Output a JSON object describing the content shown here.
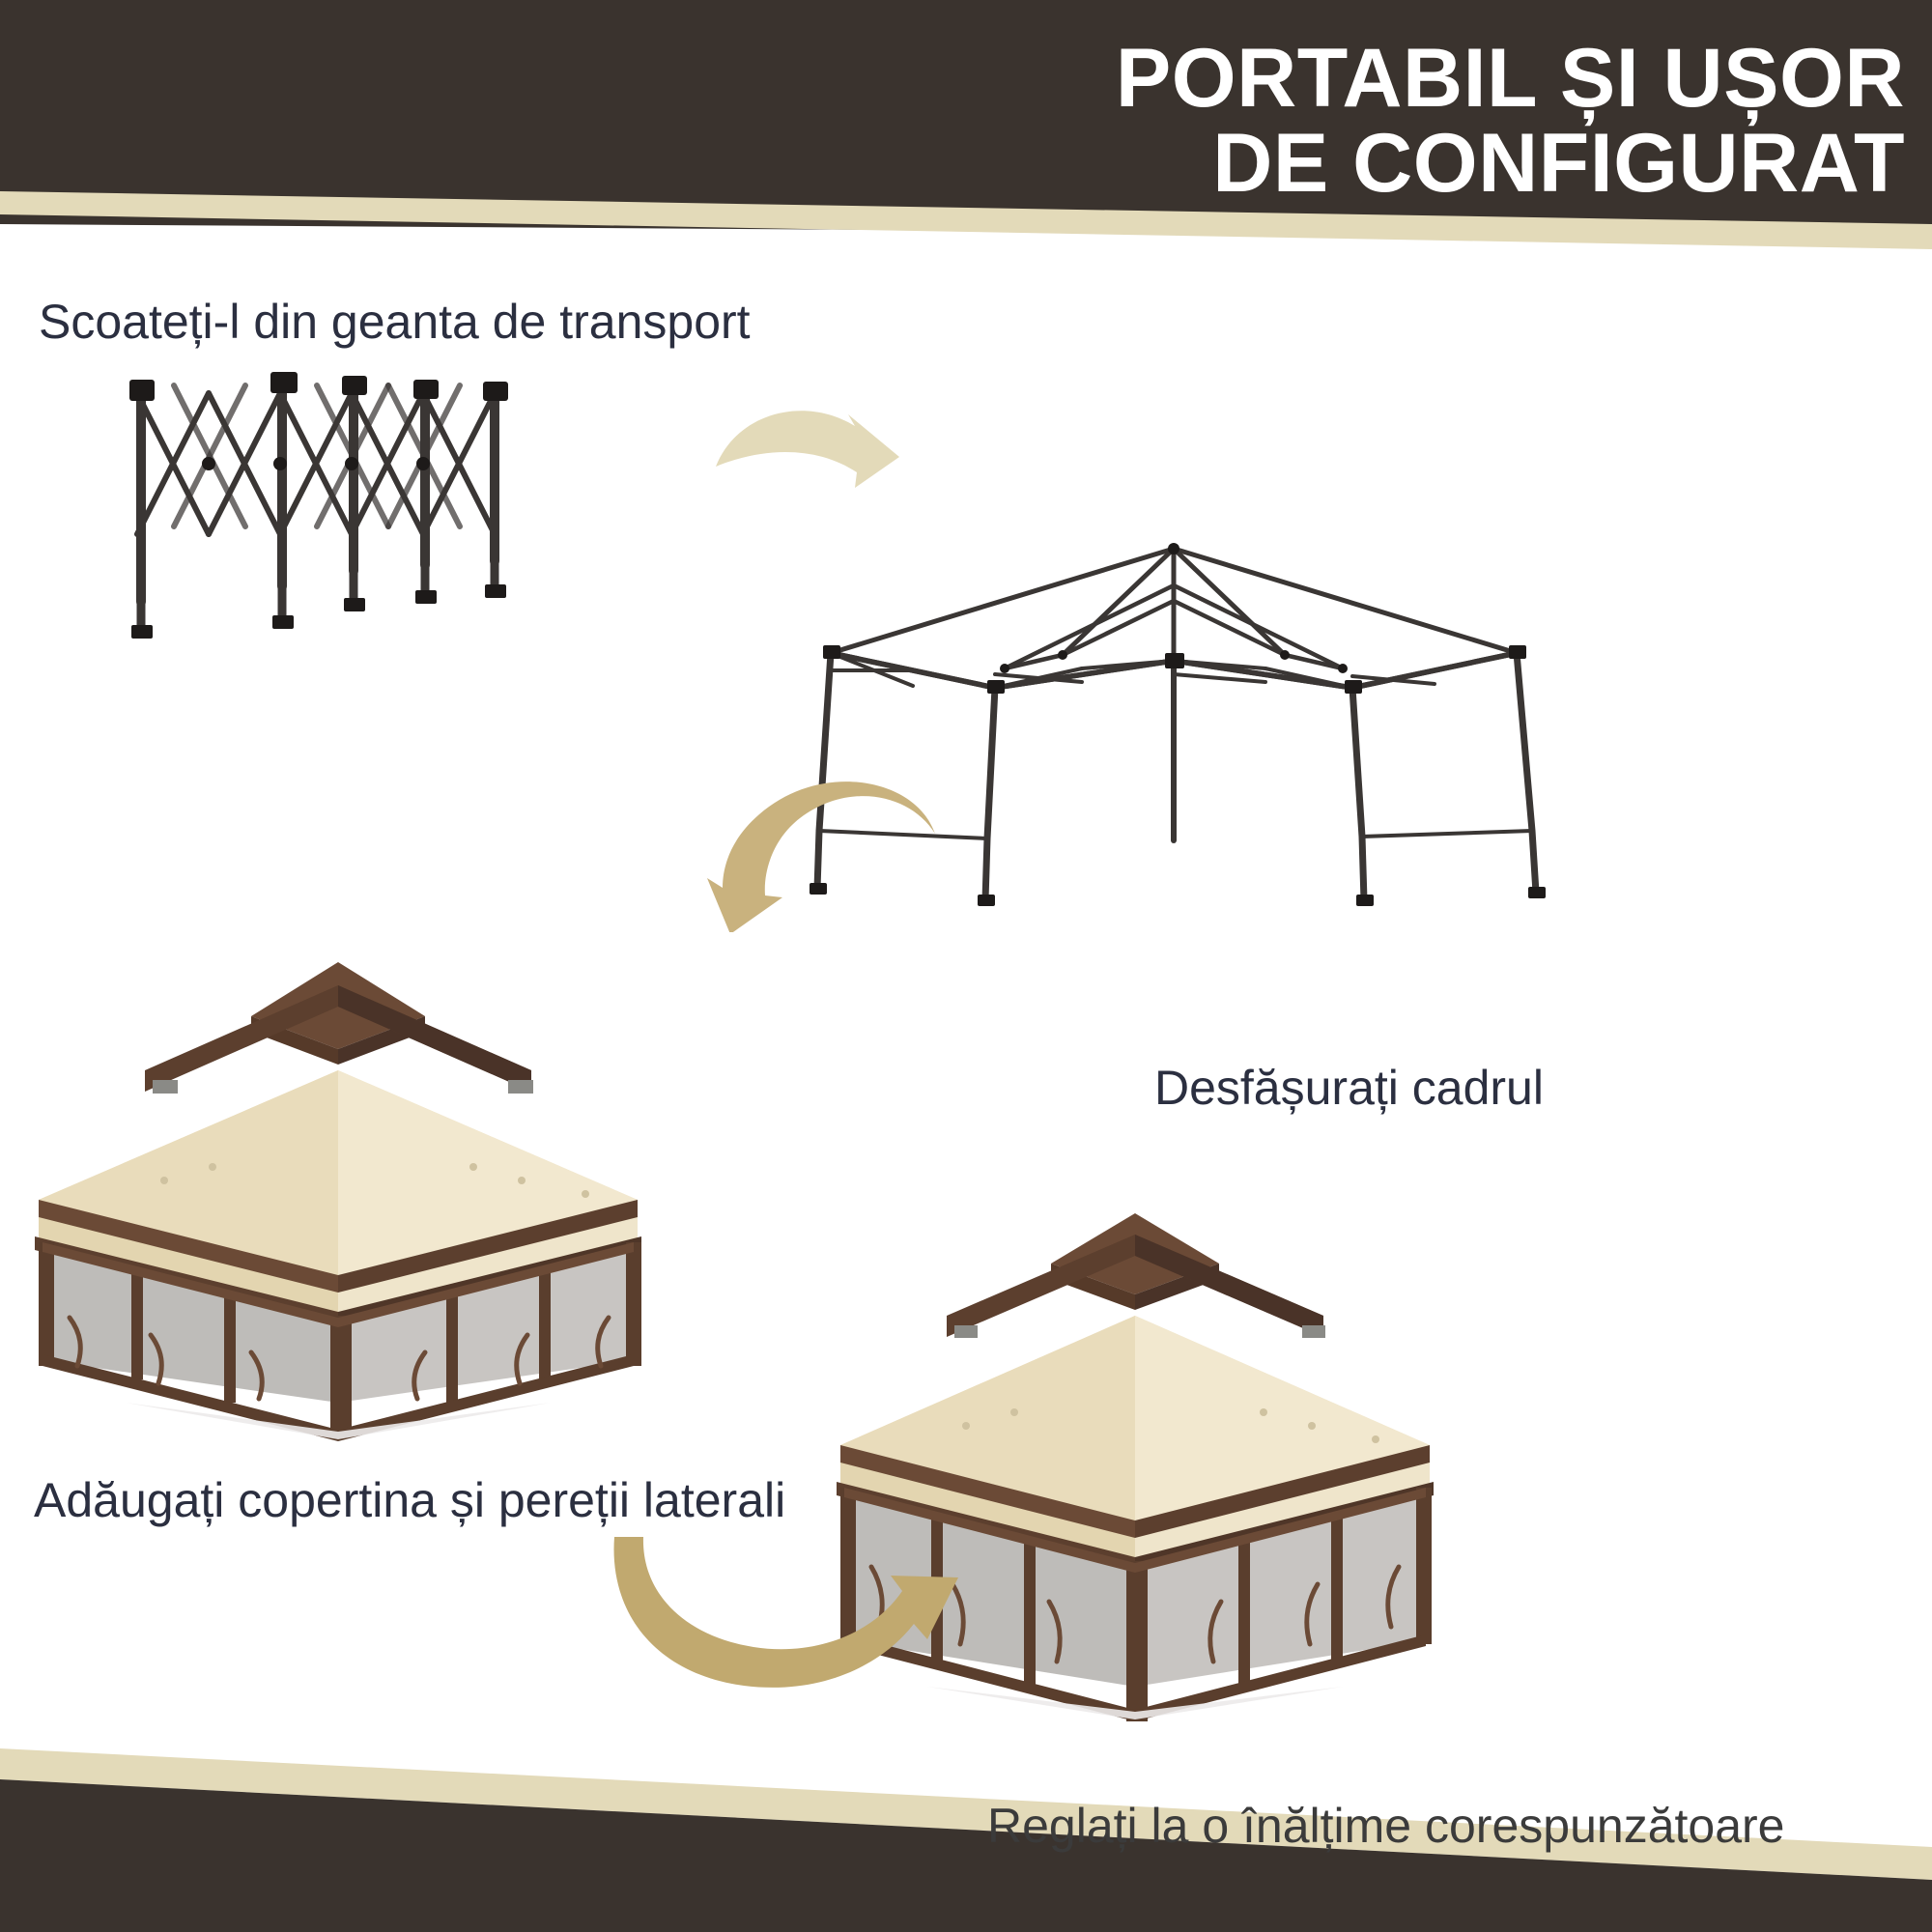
{
  "header": {
    "title_line_1": "PORTABIL ȘI UȘOR",
    "title_line_2": "DE CONFIGURAT",
    "title_color": "#ffffff",
    "band_color": "#3a332e",
    "stripe_color": "#e3dab9"
  },
  "steps": [
    {
      "id": "step-1",
      "caption": "Scoateți-l din geanta de transport",
      "illustration": "folded-frame-carry-bag"
    },
    {
      "id": "step-2",
      "caption": "Desfășurați cadrul",
      "illustration": "expanded-frame"
    },
    {
      "id": "step-3",
      "caption": "Adăugați copertina și pereții laterali",
      "illustration": "gazebo-with-canopy-and-walls"
    },
    {
      "id": "step-4",
      "caption": "Reglați la o înălțime corespunzătoare",
      "illustration": "gazebo-adjusted-height"
    }
  ],
  "arrows": [
    {
      "id": "arrow-1",
      "direction": "curve-right-down",
      "color": "#e3dab9"
    },
    {
      "id": "arrow-2",
      "direction": "curve-left-down",
      "color": "#c9b27e"
    },
    {
      "id": "arrow-3",
      "direction": "curve-sweep-right",
      "color": "#c1a96f"
    }
  ],
  "palette": {
    "background": "#ffffff",
    "caption_text": "#2b2f40",
    "caption_text_alt": "#3b3b3b",
    "dark_band": "#3a332e",
    "beige_stripe": "#e3dab9",
    "canopy_cream": "#e9dcbb",
    "canopy_brown": "#4a3328",
    "frame_brown": "#5a3e2d",
    "mesh_grey": "#b6b3b0",
    "metal_dark": "#332f2e"
  }
}
